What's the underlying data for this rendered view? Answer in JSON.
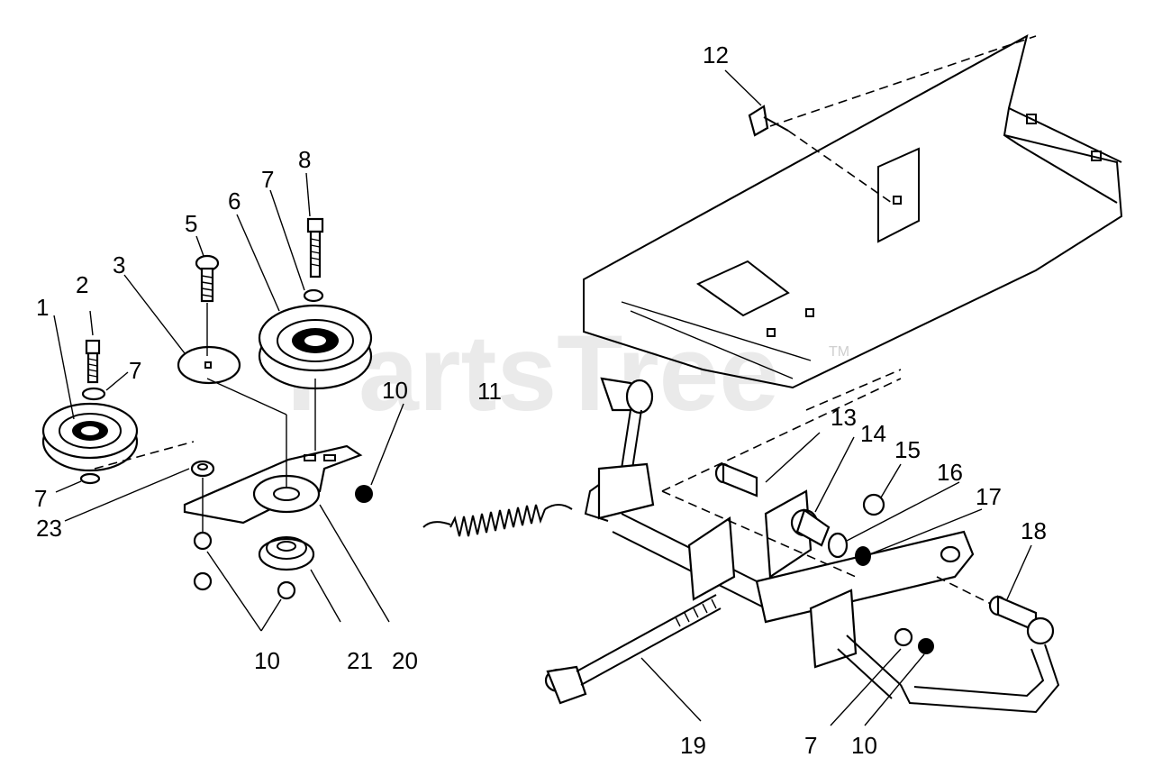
{
  "watermark": {
    "text": "PartsTree",
    "trademark": "TM"
  },
  "callouts": {
    "c1": "1",
    "c2": "2",
    "c3": "3",
    "c5": "5",
    "c6": "6",
    "c7a": "7",
    "c7b": "7",
    "c7c": "7",
    "c7d": "7",
    "c8": "8",
    "c10a": "10",
    "c10b": "10",
    "c10c": "10",
    "c11": "11",
    "c12": "12",
    "c13": "13",
    "c14": "14",
    "c15": "15",
    "c16": "16",
    "c17": "17",
    "c18": "18",
    "c19": "19",
    "c20": "20",
    "c21": "21",
    "c23": "23"
  }
}
